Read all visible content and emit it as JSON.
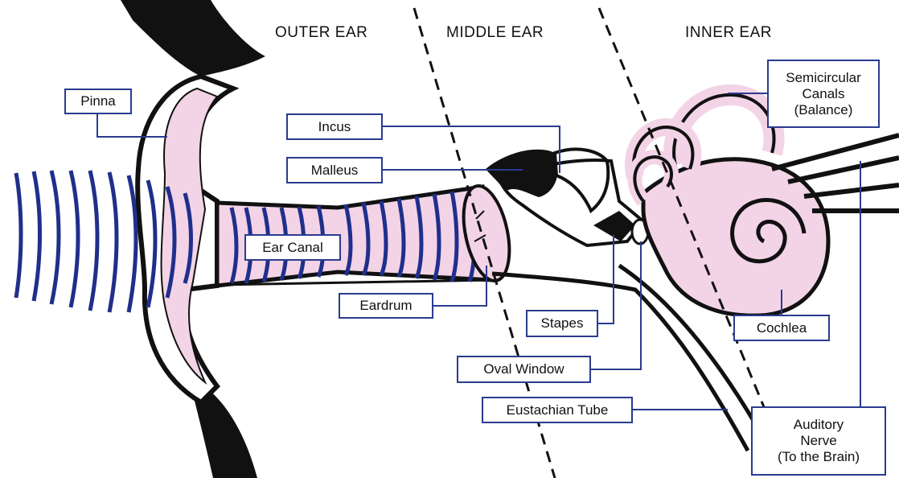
{
  "sections": {
    "outer": "OUTER EAR",
    "middle": "MIDDLE EAR",
    "inner": "INNER EAR"
  },
  "labels": {
    "pinna": "Pinna",
    "incus": "Incus",
    "malleus": "Malleus",
    "ear_canal": "Ear Canal",
    "eardrum": "Eardrum",
    "stapes": "Stapes",
    "oval_window": "Oval Window",
    "eustachian_tube": "Eustachian Tube",
    "cochlea": "Cochlea",
    "semicircular_canals": "Semicircular\nCanals\n(Balance)",
    "auditory_nerve": "Auditory\nNerve\n(To the Brain)"
  },
  "colors": {
    "tissue_pink": "#f3d3e6",
    "sound_wave_blue": "#1f2f8c",
    "leader_line_blue": "#2a3b8f",
    "outline_black": "#111111"
  }
}
